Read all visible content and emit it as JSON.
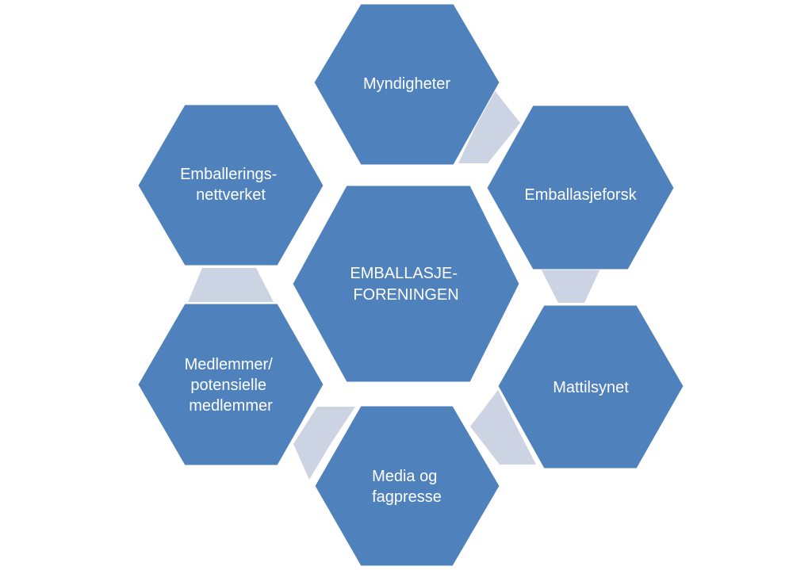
{
  "diagram": {
    "colors": {
      "hexagon": "#4f81bd",
      "connector": "#ccd3e3",
      "label": "#ffffff",
      "background": "#ffffff"
    },
    "center": {
      "lines": [
        "EMBALLASJE-",
        "FORENINGEN"
      ]
    },
    "nodes": [
      {
        "id": "myndigheter",
        "lines": [
          "Myndigheter"
        ]
      },
      {
        "id": "emballasjeforsk",
        "lines": [
          "Emballasjeforsk"
        ]
      },
      {
        "id": "mattilsynet",
        "lines": [
          "Mattilsynet"
        ]
      },
      {
        "id": "media",
        "lines": [
          "Media og",
          "fagpresse"
        ]
      },
      {
        "id": "medlemmer",
        "lines": [
          "Medlemmer/",
          "potensielle",
          "medlemmer"
        ]
      },
      {
        "id": "nettverket",
        "lines": [
          "Emballerings-",
          "nettverket"
        ]
      }
    ]
  }
}
